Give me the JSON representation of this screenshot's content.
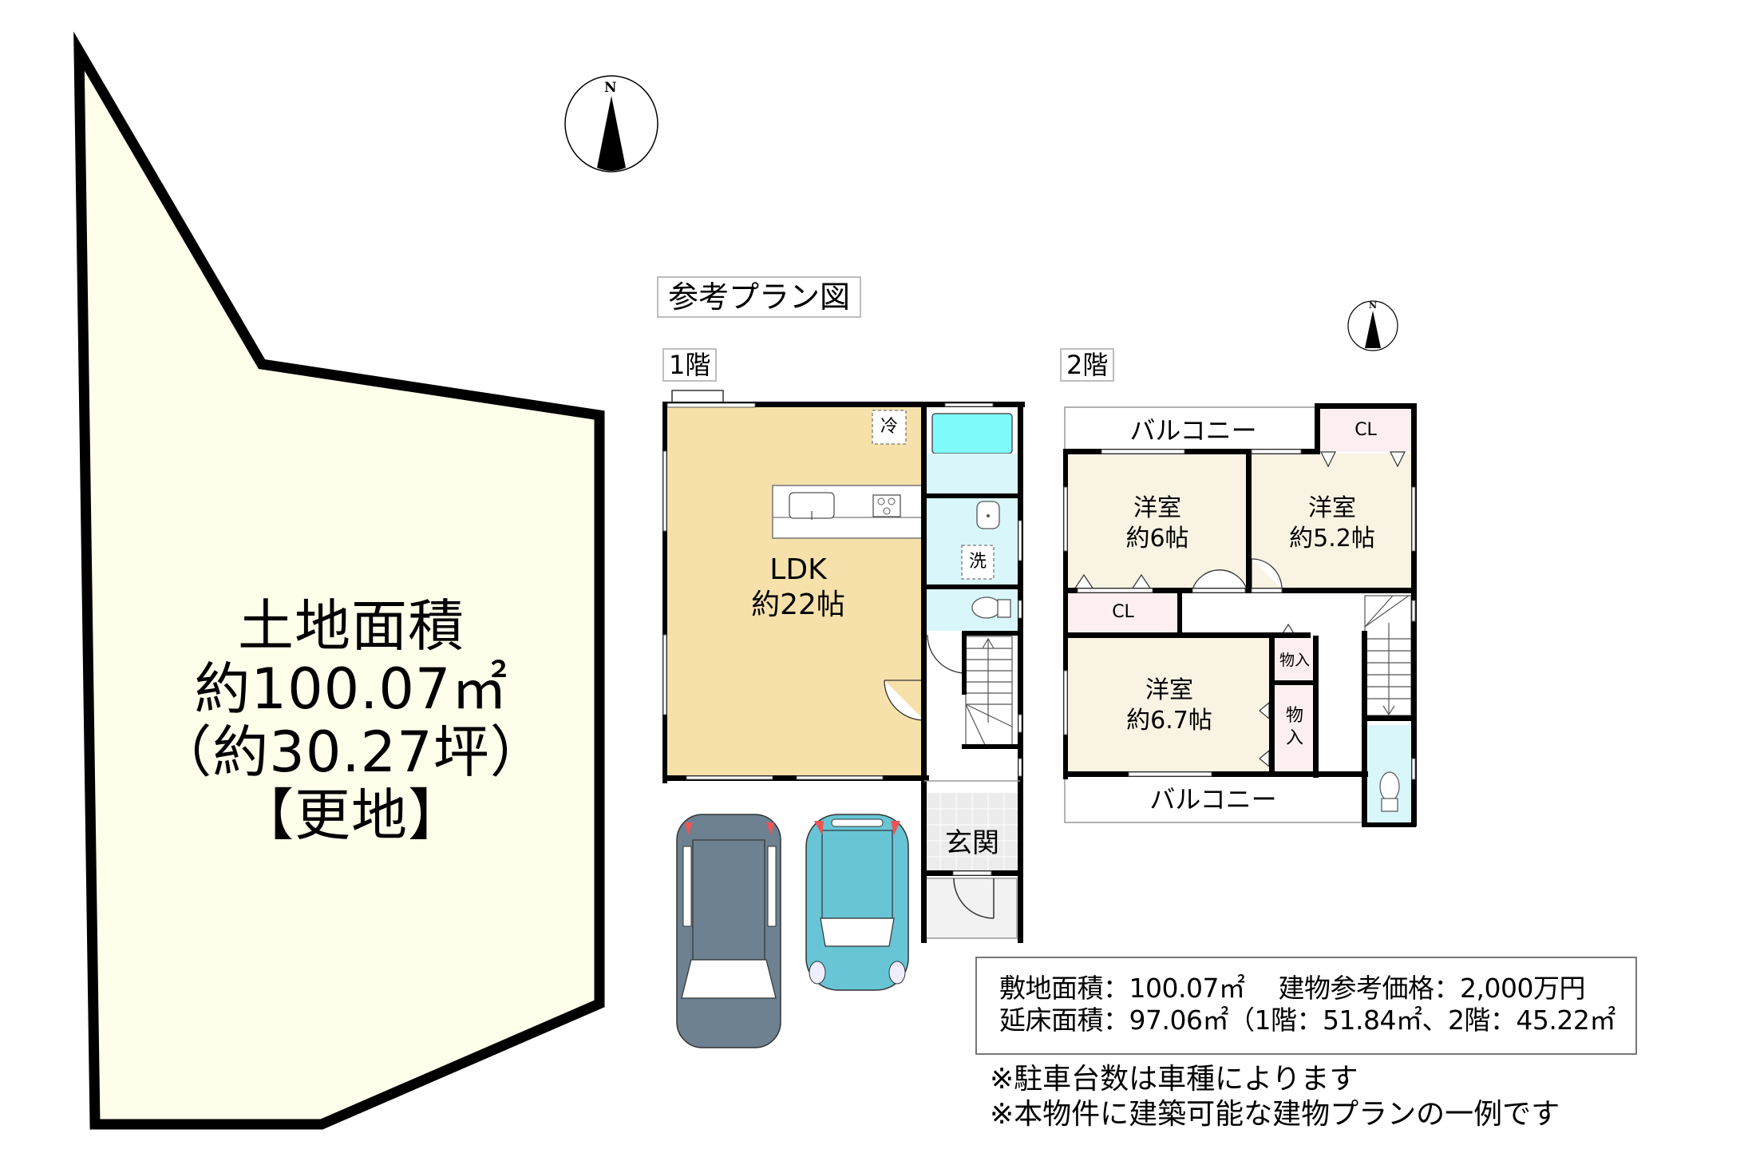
{
  "land": {
    "title": "土地面積",
    "area_sqm": "約100.07㎡",
    "area_tsubo": "（約30.27坪）",
    "status": "【更地】",
    "fill_color": "#fffeeb",
    "border_color": "#000000"
  },
  "compass": {
    "main_label": "N",
    "secondary_label": "N"
  },
  "plan": {
    "title": "参考プラン図",
    "floor1": {
      "label": "1階",
      "rooms": {
        "ldk_name": "LDK",
        "ldk_size": "約22帖",
        "fridge": "冷",
        "washer": "洗",
        "entrance": "玄関"
      },
      "colors": {
        "ldk": "#f6e1ab",
        "wet": "#d9f7fb",
        "bath": "#7ffbfb",
        "entrance_tile": "#ececec"
      }
    },
    "floor2": {
      "label": "2階",
      "rooms": {
        "balcony_top": "バルコニー",
        "balcony_bottom": "バルコニー",
        "closet_top": "CL",
        "closet_left": "CL",
        "room1_name": "洋室",
        "room1_size": "約6帖",
        "room2_name": "洋室",
        "room2_size": "約5.2帖",
        "room3_name": "洋室",
        "room3_size": "約6.7帖",
        "storage1": "物入",
        "storage2_a": "物",
        "storage2_b": "入"
      },
      "colors": {
        "room": "#f8f3e3",
        "closet": "#fdefef",
        "toilet": "#d9f7fb"
      }
    },
    "cars": [
      {
        "color": "#6d8190",
        "label": "gray-car"
      },
      {
        "color": "#68c5d5",
        "label": "teal-car"
      }
    ]
  },
  "info": {
    "site_area_label": "敷地面積：",
    "site_area_value": "100.07㎡",
    "building_price_label": "建物参考価格：",
    "building_price_value": "2,000万円",
    "floor_area_label": "延床面積：",
    "floor_area_value": "97.06㎡（1階：51.84㎡、2階：45.22㎡"
  },
  "notes": [
    "※駐車台数は車種によります",
    "※本物件に建築可能な建物プランの一例です"
  ]
}
